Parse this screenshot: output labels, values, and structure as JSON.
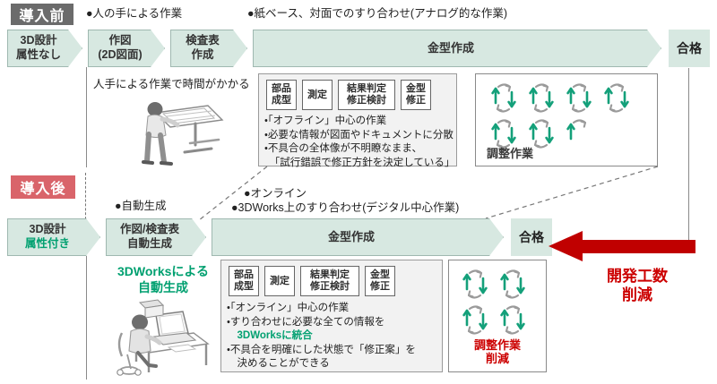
{
  "meta": {
    "colors": {
      "chevron_fill": "#d7e8e1",
      "chevron_border": "#9fb8b0",
      "badge_before_bg": "#6b6b6b",
      "badge_after_bg": "#d9646a",
      "accent_green": "#00a070",
      "accent_red": "#cc0000",
      "panel_gray": "#f2f2f2"
    }
  },
  "before": {
    "badge": "導入前",
    "captions": {
      "manual": "●人の手による作業",
      "paper": "●紙ベース、対面でのすり合わせ(アナログ的な作業)"
    },
    "steps": [
      {
        "line1": "3D設計",
        "line2": "属性なし"
      },
      {
        "line1": "作図",
        "line2": "(2D図面)"
      },
      {
        "line1": "検査表",
        "line2": "作成"
      }
    ],
    "mold_step": "金型作成",
    "result": "合格",
    "note": "人手による作業で時間がかかる",
    "illustration": "person-at-drafting-table-icon",
    "chips": [
      {
        "line1": "部品",
        "line2": "成型"
      },
      {
        "line1": "測定",
        "line2": ""
      },
      {
        "line1": "結果判定",
        "line2": "修正検討"
      },
      {
        "line1": "金型",
        "line2": "修正"
      }
    ],
    "bullets": [
      {
        "text": "・「オフライン」中心の作業",
        "accent": false
      },
      {
        "text": "・必要な情報が図面やドキュメントに分散",
        "accent": false
      },
      {
        "text": "・不具合の全体像が不明瞭なまま、",
        "accent": false
      },
      {
        "text": "　「試行錯誤で修正方針を決定している」",
        "accent": false
      }
    ],
    "cycle_label": "調整作業",
    "cycle_count": 7
  },
  "after": {
    "badge": "導入後",
    "captions": {
      "auto": "●自動生成",
      "online": "●オンライン",
      "works": "●3DWorks上のすり合わせ(デジタル中心作業)"
    },
    "steps": [
      {
        "line1": "3D設計",
        "line2": "属性付き",
        "line2_accent": true
      },
      {
        "line1": "作図/検査表",
        "line2": "自動生成",
        "line2_accent": false
      }
    ],
    "mold_step": "金型作成",
    "result": "合格",
    "note_line1": "3DWorksによる",
    "note_line2": "自動生成",
    "illustration": "person-at-computer-desk-icon",
    "chips": [
      {
        "line1": "部品",
        "line2": "成型"
      },
      {
        "line1": "測定",
        "line2": ""
      },
      {
        "line1": "結果判定",
        "line2": "修正検討"
      },
      {
        "line1": "金型",
        "line2": "修正"
      }
    ],
    "bullets": [
      {
        "text": "・「オンライン」中心の作業",
        "accent": false
      },
      {
        "text": "・すり合わせに必要な全ての情報を",
        "accent": false
      },
      {
        "text": "　3DWorksに統合",
        "accent": true
      },
      {
        "text": "・不具合を明確にした状態で「修正案」を",
        "accent": false
      },
      {
        "text": "　決めることができる",
        "accent": false
      }
    ],
    "cycle_label_line1": "調整作業",
    "cycle_label_line2": "削減",
    "cycle_count": 4
  },
  "callout": {
    "line1": "開発工数",
    "line2": "削減",
    "arrow": "left-arrow-red-icon"
  }
}
